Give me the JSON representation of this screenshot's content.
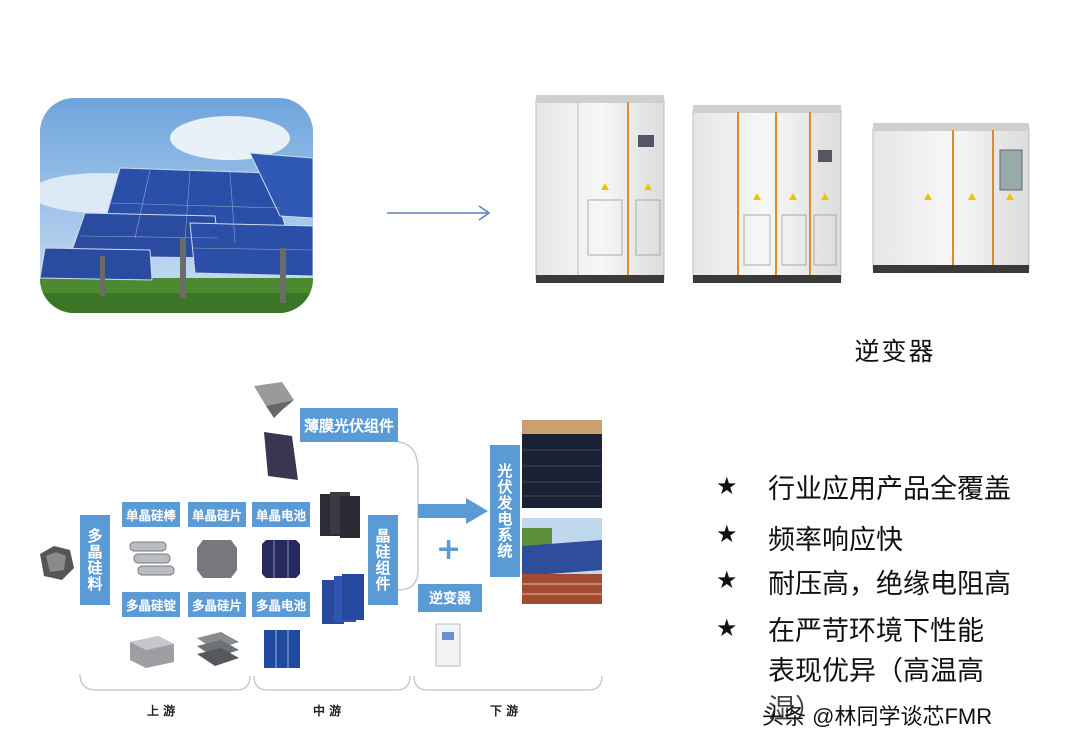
{
  "inverter_caption": "逆变器",
  "chain": {
    "upstream_raw": "多晶硅料",
    "mono_rod": "单晶硅棒",
    "mono_wafer": "单晶硅片",
    "mono_cell": "单晶电池",
    "multi_ingot": "多晶硅锭",
    "multi_wafer": "多晶硅片",
    "multi_cell": "多晶电池",
    "thin_film": "薄膜光伏组件",
    "crystalline_module": "晶硅组件",
    "inverter": "逆变器",
    "pv_system": "光伏发电系统",
    "plus": "+",
    "seg_up": "上 游",
    "seg_mid": "中 游",
    "seg_down": "下 游"
  },
  "bullets": [
    "行业应用产品全覆盖",
    "频率响应快",
    "耐压高，绝缘电阻高",
    "在严苛环境下性能",
    "表现优异（高温高",
    "湿）"
  ],
  "bullet_star": "★",
  "watermark": "头条 @林同学谈芯FMR",
  "colors": {
    "box_blue": "#5b9bd5",
    "arrow": "#5b7fbf"
  }
}
